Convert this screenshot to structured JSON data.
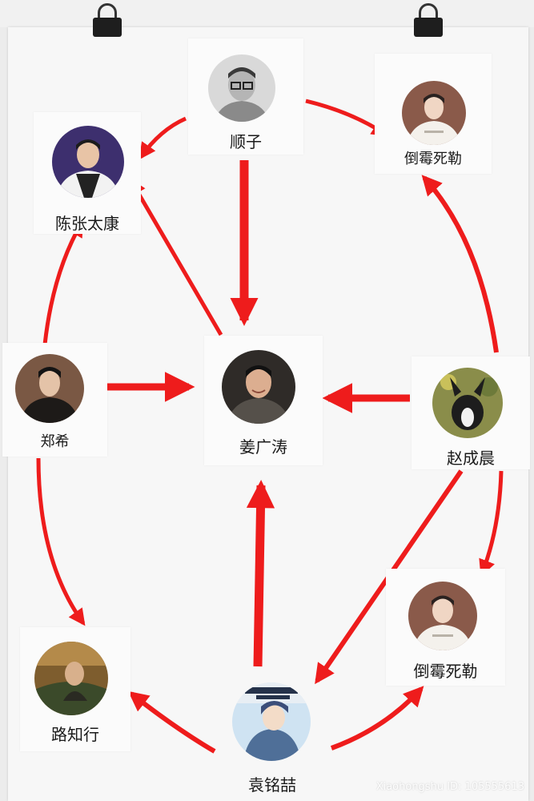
{
  "diagram": {
    "nodes": [
      {
        "id": "shunzi",
        "label": "顺子",
        "avatar": "man-glasses-avatar"
      },
      {
        "id": "chenzhangtaikang",
        "label": "陈张太康",
        "avatar": "man-purple-jacket-avatar"
      },
      {
        "id": "daomei_top",
        "label": "倒霉死勒",
        "avatar": "man-white-hoodie-avatar"
      },
      {
        "id": "zhengxi",
        "label": "郑希",
        "avatar": "man-dark-jacket-avatar"
      },
      {
        "id": "jiangguangtao",
        "label": "姜广涛",
        "avatar": "man-smiling-avatar"
      },
      {
        "id": "zhaochengchen",
        "label": "赵成晨",
        "avatar": "dog-avatar"
      },
      {
        "id": "daomei_bottom",
        "label": "倒霉死勒",
        "avatar": "man-white-hoodie-avatar"
      },
      {
        "id": "luzhixing",
        "label": "路知行",
        "avatar": "man-sofa-avatar"
      },
      {
        "id": "yuanmingzhe",
        "label": "袁铭喆",
        "avatar": "anime-character-avatar"
      }
    ],
    "edges": [
      {
        "from": "shunzi",
        "to": "chenzhangtaikang"
      },
      {
        "from": "shunzi",
        "to": "daomei_top"
      },
      {
        "from": "shunzi",
        "to": "jiangguangtao"
      },
      {
        "from": "jiangguangtao",
        "to": "chenzhangtaikang"
      },
      {
        "from": "zhengxi",
        "to": "chenzhangtaikang"
      },
      {
        "from": "zhengxi",
        "to": "jiangguangtao"
      },
      {
        "from": "zhengxi",
        "to": "luzhixing"
      },
      {
        "from": "zhaochengchen",
        "to": "jiangguangtao"
      },
      {
        "from": "zhaochengchen",
        "to": "daomei_top"
      },
      {
        "from": "zhaochengchen",
        "to": "daomei_bottom"
      },
      {
        "from": "zhaochengchen",
        "to": "yuanmingzhe"
      },
      {
        "from": "yuanmingzhe",
        "to": "jiangguangtao"
      },
      {
        "from": "yuanmingzhe",
        "to": "luzhixing"
      },
      {
        "from": "yuanmingzhe",
        "to": "daomei_bottom"
      }
    ],
    "arrow_color": "#ee1c1c"
  },
  "watermark": "Xiaohongshu ID: 105555613"
}
